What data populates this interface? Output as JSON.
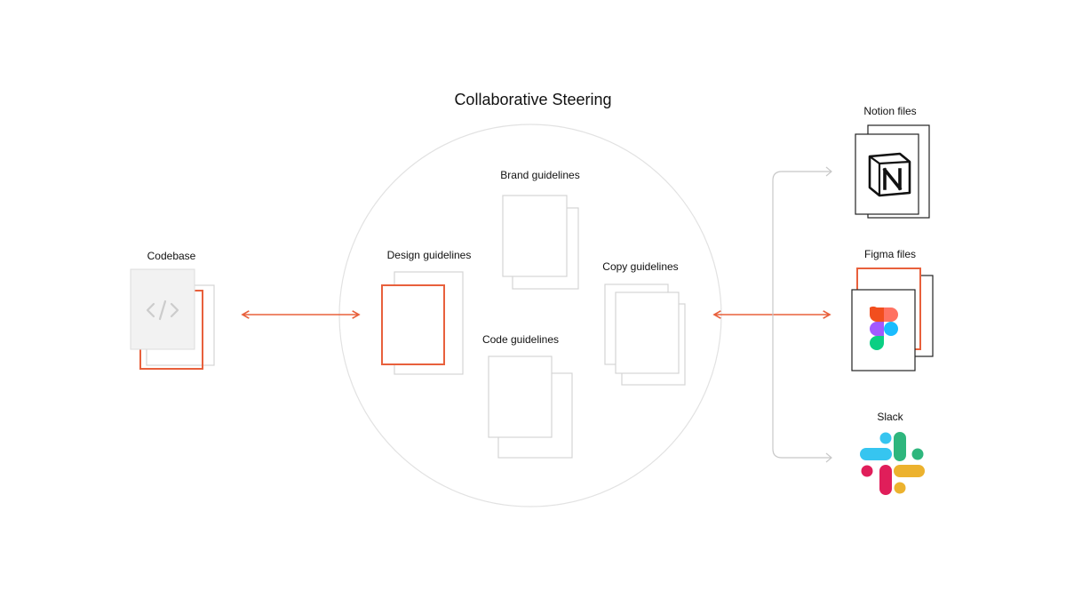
{
  "title": "Collaborative Steering",
  "codebase": {
    "label": "Codebase",
    "icon": "code-brackets-icon"
  },
  "guidelines": {
    "brand": "Brand guidelines",
    "design": "Design guidelines",
    "copy": "Copy guidelines",
    "code": "Code guidelines"
  },
  "sources": {
    "notion": {
      "label": "Notion files",
      "icon": "notion-logo-icon"
    },
    "figma": {
      "label": "Figma files",
      "icon": "figma-logo-icon"
    },
    "slack": {
      "label": "Slack",
      "icon": "slack-logo-icon"
    }
  },
  "colors": {
    "accent": "#E8603C",
    "gray_stroke": "#d4d4d4",
    "circle_stroke": "#e2e2e2",
    "dark_stroke": "#222222",
    "figma": [
      "#F24E1E",
      "#FF7262",
      "#A259FF",
      "#1ABCFE",
      "#0ACF83"
    ],
    "slack": [
      "#36C5F0",
      "#2EB67D",
      "#ECB22E",
      "#E01E5A"
    ]
  }
}
